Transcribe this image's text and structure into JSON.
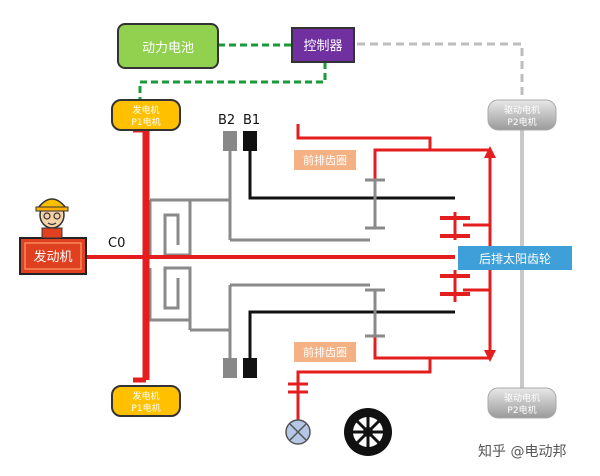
{
  "labels": {
    "battery": "动力电池",
    "controller": "控制器",
    "gen_top_1": "发电机",
    "gen_top_2": "P1电机",
    "gen_bot_1": "发电机",
    "gen_bot_2": "P1电机",
    "drive_top_1": "驱动电机",
    "drive_top_2": "P2电机",
    "drive_bot_1": "驱动电机",
    "drive_bot_2": "P2电机",
    "engine": "发动机",
    "c0": "C0",
    "b1": "B1",
    "b2": "B2",
    "front_gear_top": "前排齿圈",
    "front_gear_bottom": "前排齿圈",
    "rear_sun": "后排太阳齿轮",
    "watermark": "知乎 @电动邦"
  },
  "colors": {
    "red": "#e41e1e",
    "gray": "#8a8a8a",
    "light_gray": "#bdbdbd",
    "green_box": "#92d050",
    "green_line": "#1a9a3a",
    "purple": "#7030a0",
    "yellow": "#ffc000",
    "orange_box": "#f4b183",
    "blue_box": "#3f9fd8",
    "engine_box": "#e04020",
    "black": "#111111"
  }
}
